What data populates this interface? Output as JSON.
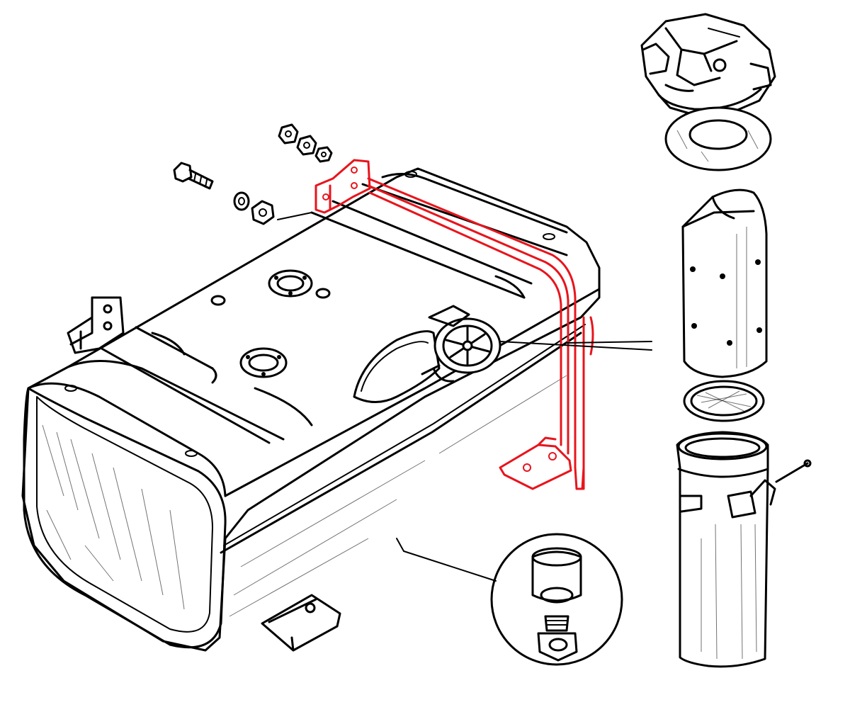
{
  "colors": {
    "ink": "#000000",
    "highlight": "#e8141c",
    "background": "#ffffff"
  },
  "parts": [
    {
      "name": "fuel-tank",
      "highlighted": false
    },
    {
      "name": "fuel-lines",
      "highlighted": true
    },
    {
      "name": "tank-mounting-brackets",
      "highlighted": true
    },
    {
      "name": "filler-cap",
      "highlighted": false
    },
    {
      "name": "filler-neck-strainer",
      "highlighted": false
    },
    {
      "name": "drain-plug",
      "highlighted": false
    },
    {
      "name": "bolt-nuts-washers",
      "highlighted": false
    }
  ]
}
